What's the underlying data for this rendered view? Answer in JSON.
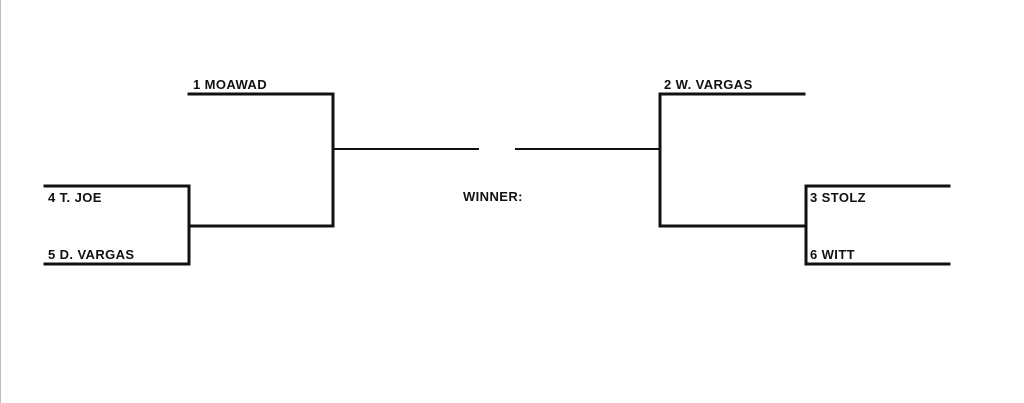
{
  "bracket": {
    "left": {
      "seed1": "1  MOAWAD",
      "seed4": "4  T. JOE",
      "seed5": "5  D. VARGAS"
    },
    "right": {
      "seed2": "2 W. VARGAS",
      "seed3": "3  STOLZ",
      "seed6": "6  WITT"
    },
    "winner_label": "WINNER:"
  },
  "colors": {
    "line": "#111111",
    "text": "#111111",
    "background": "#ffffff"
  }
}
